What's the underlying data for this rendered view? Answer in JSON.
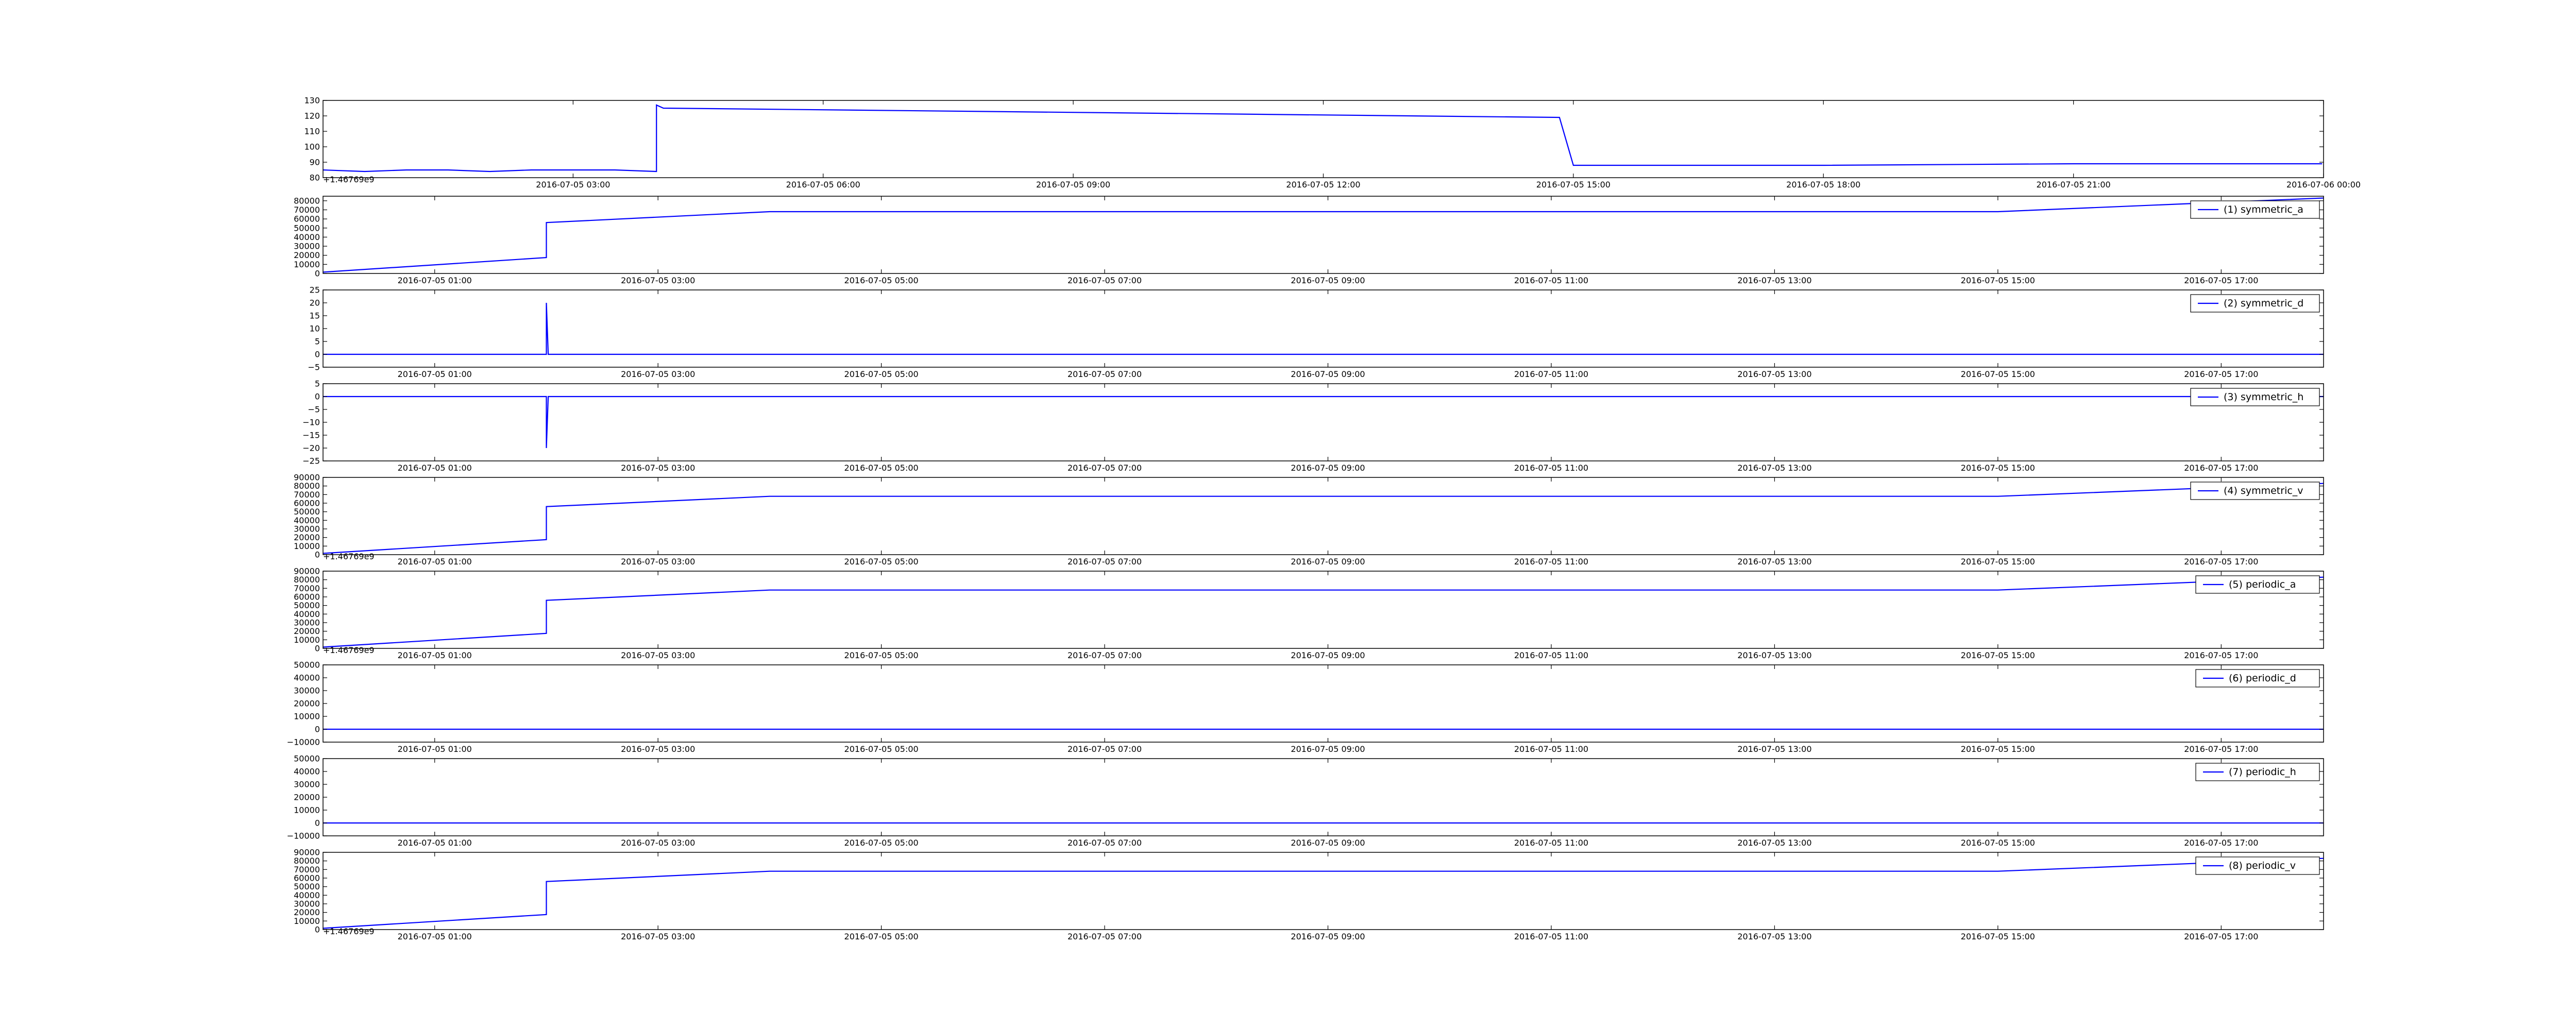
{
  "figure": {
    "line_color": "#0000ff",
    "axes_color": "#000000",
    "legend_border": "#000000"
  },
  "chart_data": [
    {
      "type": "line",
      "legend": null,
      "x_ticks": [
        "2016-07-05 03:00",
        "2016-07-05 06:00",
        "2016-07-05 09:00",
        "2016-07-05 12:00",
        "2016-07-05 15:00",
        "2016-07-05 18:00",
        "2016-07-05 21:00",
        "2016-07-06 00:00"
      ],
      "offset_text": "+1.46769e9",
      "xlim": [
        "2016-07-05 00:00",
        "2016-07-06 00:00"
      ],
      "y_ticks": [
        "80",
        "90",
        "100",
        "110",
        "120",
        "130"
      ],
      "ylim": [
        80,
        130
      ],
      "series": [
        {
          "points": [
            [
              "2016-07-05 00:00",
              85
            ],
            [
              "2016-07-05 00:30",
              84
            ],
            [
              "2016-07-05 01:00",
              85
            ],
            [
              "2016-07-05 01:30",
              85
            ],
            [
              "2016-07-05 02:00",
              84
            ],
            [
              "2016-07-05 02:30",
              85
            ],
            [
              "2016-07-05 03:00",
              85
            ],
            [
              "2016-07-05 03:30",
              85
            ],
            [
              "2016-07-05 04:00",
              84
            ],
            [
              "2016-07-05 04:00",
              127
            ],
            [
              "2016-07-05 04:05",
              125
            ],
            [
              "2016-07-05 14:50",
              119
            ],
            [
              "2016-07-05 15:00",
              88
            ],
            [
              "2016-07-05 18:00",
              88
            ],
            [
              "2016-07-05 21:00",
              89
            ],
            [
              "2016-07-05 23:59",
              89
            ]
          ]
        }
      ]
    },
    {
      "type": "line",
      "legend": "(1) symmetric_a",
      "x_ticks": [
        "2016-07-05 01:00",
        "2016-07-05 03:00",
        "2016-07-05 05:00",
        "2016-07-05 07:00",
        "2016-07-05 09:00",
        "2016-07-05 11:00",
        "2016-07-05 13:00",
        "2016-07-05 15:00",
        "2016-07-05 17:00"
      ],
      "offset_text": "",
      "xlim": [
        "2016-07-05 00:00",
        "2016-07-05 17:55"
      ],
      "y_ticks": [
        "0",
        "10000",
        "20000",
        "30000",
        "40000",
        "50000",
        "60000",
        "70000",
        "80000"
      ],
      "ylim": [
        0,
        85000
      ],
      "series": [
        {
          "points": [
            [
              "2016-07-05 00:00",
              1500
            ],
            [
              "2016-07-05 02:00",
              17500
            ],
            [
              "2016-07-05 02:00",
              56000
            ],
            [
              "2016-07-05 04:00",
              68000
            ],
            [
              "2016-07-05 15:00",
              68000
            ],
            [
              "2016-07-05 17:55",
              83000
            ]
          ]
        }
      ]
    },
    {
      "type": "line",
      "legend": "(2) symmetric_d",
      "x_ticks": [
        "2016-07-05 01:00",
        "2016-07-05 03:00",
        "2016-07-05 05:00",
        "2016-07-05 07:00",
        "2016-07-05 09:00",
        "2016-07-05 11:00",
        "2016-07-05 13:00",
        "2016-07-05 15:00",
        "2016-07-05 17:00"
      ],
      "offset_text": "",
      "xlim": [
        "2016-07-05 00:00",
        "2016-07-05 17:55"
      ],
      "y_ticks": [
        "−5",
        "0",
        "5",
        "10",
        "15",
        "20",
        "25"
      ],
      "ylim": [
        -5,
        25
      ],
      "series": [
        {
          "points": [
            [
              "2016-07-05 00:00",
              0
            ],
            [
              "2016-07-05 02:00",
              0
            ],
            [
              "2016-07-05 02:00",
              20
            ],
            [
              "2016-07-05 02:01",
              0
            ],
            [
              "2016-07-05 17:55",
              0
            ]
          ]
        }
      ]
    },
    {
      "type": "line",
      "legend": "(3) symmetric_h",
      "x_ticks": [
        "2016-07-05 01:00",
        "2016-07-05 03:00",
        "2016-07-05 05:00",
        "2016-07-05 07:00",
        "2016-07-05 09:00",
        "2016-07-05 11:00",
        "2016-07-05 13:00",
        "2016-07-05 15:00",
        "2016-07-05 17:00"
      ],
      "offset_text": "",
      "xlim": [
        "2016-07-05 00:00",
        "2016-07-05 17:55"
      ],
      "y_ticks": [
        "−25",
        "−20",
        "−15",
        "−10",
        "−5",
        "0",
        "5"
      ],
      "ylim": [
        -25,
        5
      ],
      "series": [
        {
          "points": [
            [
              "2016-07-05 00:00",
              0
            ],
            [
              "2016-07-05 02:00",
              0
            ],
            [
              "2016-07-05 02:00",
              -20
            ],
            [
              "2016-07-05 02:01",
              0
            ],
            [
              "2016-07-05 17:55",
              0
            ]
          ]
        }
      ]
    },
    {
      "type": "line",
      "legend": "(4) symmetric_v",
      "x_ticks": [
        "2016-07-05 01:00",
        "2016-07-05 03:00",
        "2016-07-05 05:00",
        "2016-07-05 07:00",
        "2016-07-05 09:00",
        "2016-07-05 11:00",
        "2016-07-05 13:00",
        "2016-07-05 15:00",
        "2016-07-05 17:00"
      ],
      "offset_text": "+1.46769e9",
      "xlim": [
        "2016-07-05 00:00",
        "2016-07-05 17:55"
      ],
      "y_ticks": [
        "0",
        "10000",
        "20000",
        "30000",
        "40000",
        "50000",
        "60000",
        "70000",
        "80000",
        "90000"
      ],
      "ylim": [
        0,
        90000
      ],
      "series": [
        {
          "points": [
            [
              "2016-07-05 00:00",
              1500
            ],
            [
              "2016-07-05 02:00",
              17500
            ],
            [
              "2016-07-05 02:00",
              56000
            ],
            [
              "2016-07-05 04:00",
              68000
            ],
            [
              "2016-07-05 15:00",
              68000
            ],
            [
              "2016-07-05 17:55",
              83000
            ]
          ]
        }
      ]
    },
    {
      "type": "line",
      "legend": "(5) periodic_a",
      "x_ticks": [
        "2016-07-05 01:00",
        "2016-07-05 03:00",
        "2016-07-05 05:00",
        "2016-07-05 07:00",
        "2016-07-05 09:00",
        "2016-07-05 11:00",
        "2016-07-05 13:00",
        "2016-07-05 15:00",
        "2016-07-05 17:00"
      ],
      "offset_text": "+1.46769e9",
      "xlim": [
        "2016-07-05 00:00",
        "2016-07-05 17:55"
      ],
      "y_ticks": [
        "0",
        "10000",
        "20000",
        "30000",
        "40000",
        "50000",
        "60000",
        "70000",
        "80000",
        "90000"
      ],
      "ylim": [
        0,
        90000
      ],
      "series": [
        {
          "points": [
            [
              "2016-07-05 00:00",
              1500
            ],
            [
              "2016-07-05 02:00",
              17500
            ],
            [
              "2016-07-05 02:00",
              56000
            ],
            [
              "2016-07-05 04:00",
              68000
            ],
            [
              "2016-07-05 15:00",
              68000
            ],
            [
              "2016-07-05 17:55",
              83000
            ]
          ]
        }
      ]
    },
    {
      "type": "line",
      "legend": "(6) periodic_d",
      "x_ticks": [
        "2016-07-05 01:00",
        "2016-07-05 03:00",
        "2016-07-05 05:00",
        "2016-07-05 07:00",
        "2016-07-05 09:00",
        "2016-07-05 11:00",
        "2016-07-05 13:00",
        "2016-07-05 15:00",
        "2016-07-05 17:00"
      ],
      "offset_text": "",
      "xlim": [
        "2016-07-05 00:00",
        "2016-07-05 17:55"
      ],
      "y_ticks": [
        "−10000",
        "0",
        "10000",
        "20000",
        "30000",
        "40000",
        "50000"
      ],
      "ylim": [
        -10000,
        50000
      ],
      "series": [
        {
          "points": [
            [
              "2016-07-05 00:00",
              0
            ],
            [
              "2016-07-05 17:55",
              0
            ]
          ]
        }
      ]
    },
    {
      "type": "line",
      "legend": "(7) periodic_h",
      "x_ticks": [
        "2016-07-05 01:00",
        "2016-07-05 03:00",
        "2016-07-05 05:00",
        "2016-07-05 07:00",
        "2016-07-05 09:00",
        "2016-07-05 11:00",
        "2016-07-05 13:00",
        "2016-07-05 15:00",
        "2016-07-05 17:00"
      ],
      "offset_text": "",
      "xlim": [
        "2016-07-05 00:00",
        "2016-07-05 17:55"
      ],
      "y_ticks": [
        "−10000",
        "0",
        "10000",
        "20000",
        "30000",
        "40000",
        "50000"
      ],
      "ylim": [
        -10000,
        50000
      ],
      "series": [
        {
          "points": [
            [
              "2016-07-05 00:00",
              0
            ],
            [
              "2016-07-05 17:55",
              0
            ]
          ]
        }
      ]
    },
    {
      "type": "line",
      "legend": "(8) periodic_v",
      "x_ticks": [
        "2016-07-05 01:00",
        "2016-07-05 03:00",
        "2016-07-05 05:00",
        "2016-07-05 07:00",
        "2016-07-05 09:00",
        "2016-07-05 11:00",
        "2016-07-05 13:00",
        "2016-07-05 15:00",
        "2016-07-05 17:00"
      ],
      "offset_text": "+1.46769e9",
      "xlim": [
        "2016-07-05 00:00",
        "2016-07-05 17:55"
      ],
      "y_ticks": [
        "0",
        "10000",
        "20000",
        "30000",
        "40000",
        "50000",
        "60000",
        "70000",
        "80000",
        "90000"
      ],
      "ylim": [
        0,
        90000
      ],
      "series": [
        {
          "points": [
            [
              "2016-07-05 00:00",
              1500
            ],
            [
              "2016-07-05 02:00",
              17500
            ],
            [
              "2016-07-05 02:00",
              56000
            ],
            [
              "2016-07-05 04:00",
              68000
            ],
            [
              "2016-07-05 15:00",
              68000
            ],
            [
              "2016-07-05 17:55",
              83000
            ]
          ]
        }
      ]
    }
  ]
}
